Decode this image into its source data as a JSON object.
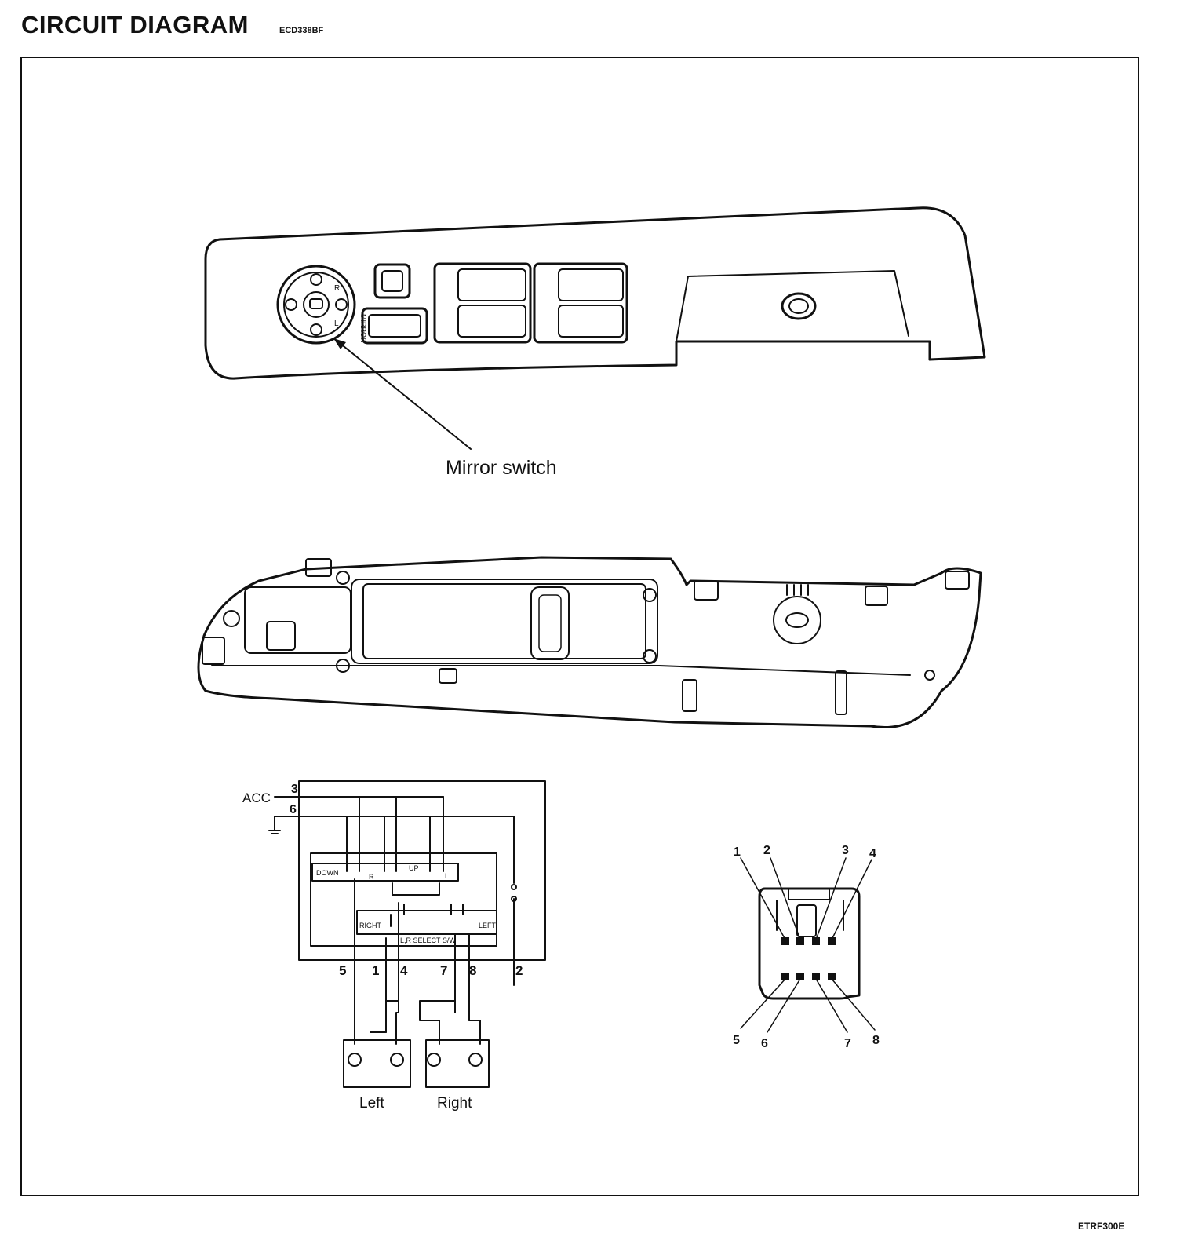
{
  "header": {
    "title": "CIRCUIT  DIAGRAM",
    "code": "ECD338BF"
  },
  "footer": {
    "figure_code": "ETRF300E"
  },
  "top_view": {
    "callout": "Mirror switch",
    "knob_letters": {
      "r": "R",
      "l": "L"
    },
    "side_label": "MIRROR"
  },
  "schematic": {
    "acc": "ACC",
    "pin_top_3": "3",
    "pin_top_6": "6",
    "down": "DOWN",
    "up": "UP",
    "r": "R",
    "l": "L",
    "right": "RIGHT",
    "left": "LEFT",
    "select": "L,R SELECT S/W",
    "pins_bottom": [
      "5",
      "1",
      "4",
      "7",
      "8",
      "2"
    ],
    "motor_label_left": "Left",
    "motor_label_right": "Right"
  },
  "connector": {
    "top_labels": [
      "1",
      "2",
      "3",
      "4"
    ],
    "bottom_labels": [
      "5",
      "6",
      "7",
      "8"
    ]
  }
}
